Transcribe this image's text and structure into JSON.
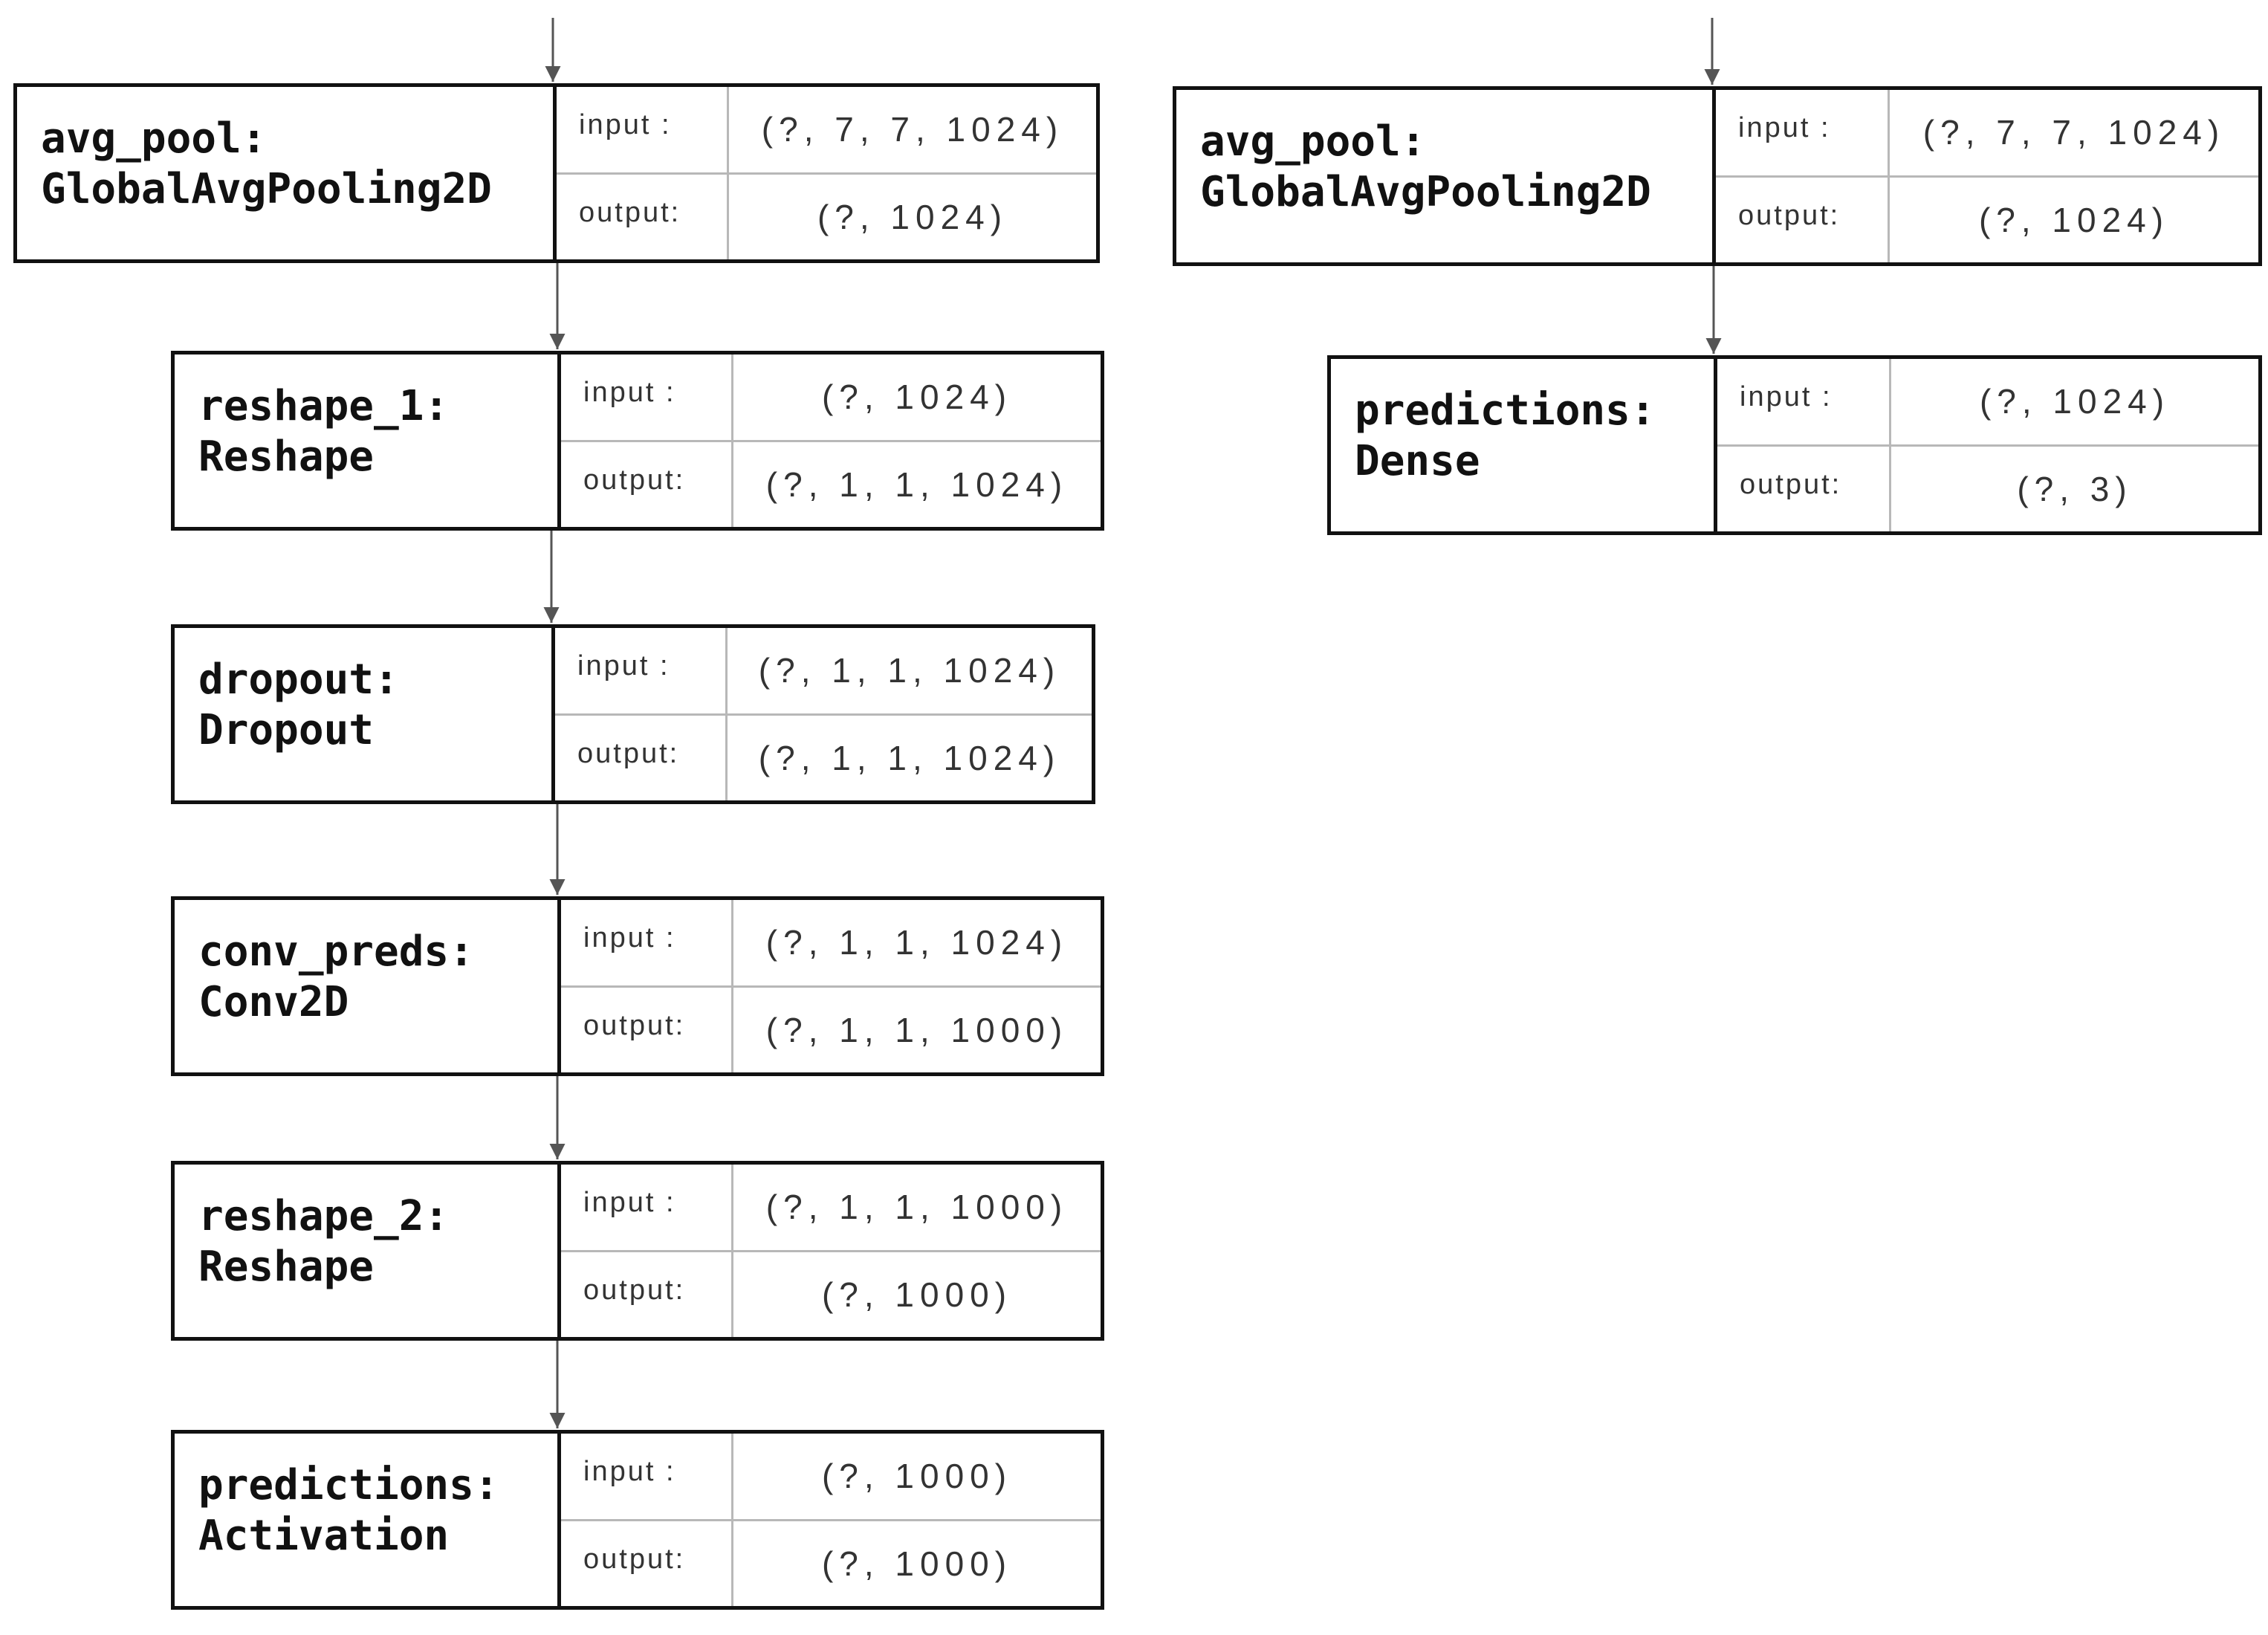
{
  "left_graph": {
    "nodes": [
      {
        "name": "avg_pool:",
        "type": "GlobalAvgPooling2D",
        "input_label": "input :",
        "input": "(?, 7, 7, 1024)",
        "output_label": "output:",
        "output": "(?, 1024)"
      },
      {
        "name": "reshape_1:",
        "type": "Reshape",
        "input_label": "input :",
        "input": "(?, 1024)",
        "output_label": "output:",
        "output": "(?, 1, 1, 1024)"
      },
      {
        "name": "dropout:",
        "type": "Dropout",
        "input_label": "input :",
        "input": "(?, 1, 1, 1024)",
        "output_label": "output:",
        "output": "(?, 1, 1, 1024)"
      },
      {
        "name": "conv_preds:",
        "type": "Conv2D",
        "input_label": "input :",
        "input": "(?, 1, 1, 1024)",
        "output_label": "output:",
        "output": "(?, 1, 1, 1000)"
      },
      {
        "name": "reshape_2:",
        "type": "Reshape",
        "input_label": "input :",
        "input": "(?, 1, 1, 1000)",
        "output_label": "output:",
        "output": "(?, 1000)"
      },
      {
        "name": "predictions:",
        "type": "Activation",
        "input_label": "input :",
        "input": "(?, 1000)",
        "output_label": "output:",
        "output": "(?, 1000)"
      }
    ]
  },
  "right_graph": {
    "nodes": [
      {
        "name": "avg_pool:",
        "type": "GlobalAvgPooling2D",
        "input_label": "input :",
        "input": "(?, 7, 7, 1024)",
        "output_label": "output:",
        "output": "(?, 1024)"
      },
      {
        "name": "predictions:",
        "type": "Dense",
        "input_label": "input :",
        "input": "(?, 1024)",
        "output_label": "output:",
        "output": "(?, 3)"
      }
    ]
  }
}
